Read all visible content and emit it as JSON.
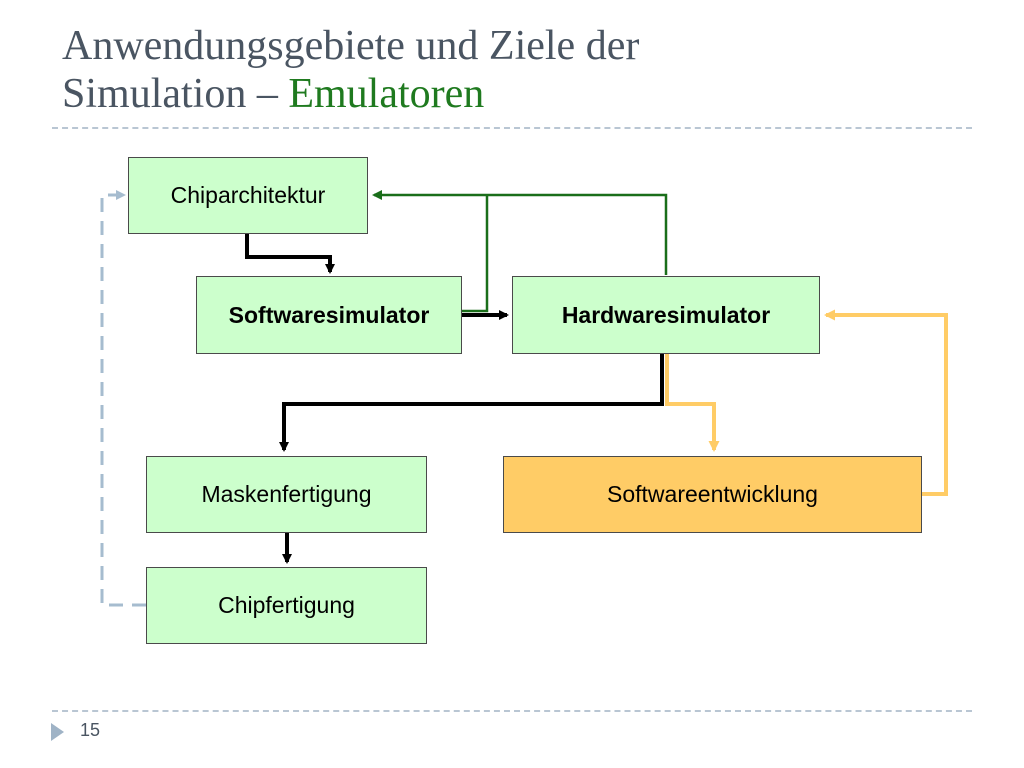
{
  "slide": {
    "title_line1": "Anwendungsgebiete und Ziele der",
    "title_line2_prefix": "Simulation – ",
    "title_line2_accent": "Emulatoren",
    "page_number": "15"
  },
  "diagram": {
    "nodes": {
      "chiparchitektur": "Chiparchitektur",
      "softwaresimulator": "Softwaresimulator",
      "hardwaresimulator": "Hardwaresimulator",
      "maskenfertigung": "Maskenfertigung",
      "softwareentwicklung": "Softwareentwicklung",
      "chipfertigung": "Chipfertigung"
    },
    "colors": {
      "node_green": "#ccffcc",
      "node_orange": "#ffcc66",
      "arrow_black": "#000000",
      "arrow_green": "#1a6e1a",
      "arrow_orange": "#ffcc66",
      "arrow_dashed_blue": "#a6bccf",
      "title_accent": "#1f7a1f"
    }
  }
}
